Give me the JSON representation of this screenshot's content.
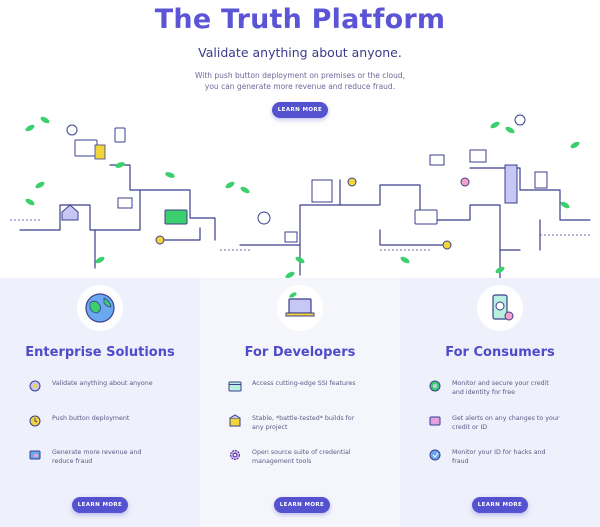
{
  "hero": {
    "title": "The Truth Platform",
    "subtitle": "Validate anything about anyone.",
    "description_line1": "With push button deployment on premises or the cloud,",
    "description_line2": "you can generate more revenue and reduce fraud.",
    "button_label": "LEARN MORE"
  },
  "columns": [
    {
      "title": "Enterprise Solutions",
      "features": [
        {
          "line1": "Validate anything about anyone",
          "line2": ""
        },
        {
          "line1": "Push button deployment",
          "line2": ""
        },
        {
          "line1": "Generate more revenue and",
          "line2": "reduce fraud"
        }
      ],
      "button_label": "LEARN MORE"
    },
    {
      "title": "For Developers",
      "features": [
        {
          "line1": "Access cutting-edge SSI features",
          "line2": ""
        },
        {
          "line1": "Stable, *battle-tested* builds for",
          "line2": "any project"
        },
        {
          "line1": "Open source suite of credential",
          "line2": "management tools"
        }
      ],
      "button_label": "LEARN MORE"
    },
    {
      "title": "For Consumers",
      "features": [
        {
          "line1": "Monitor and secure your credit",
          "line2": "and identity for free"
        },
        {
          "line1": "Get alerts on any changes to your",
          "line2": "credit or ID"
        },
        {
          "line1": "Monitor your ID for hacks and",
          "line2": "fraud"
        }
      ],
      "button_label": "LEARN MORE"
    }
  ],
  "colors": {
    "brand": "#5b55d6",
    "button": "#5552d0",
    "line": "#3b3f8c",
    "leaf": "#3ccf6e",
    "accent_yellow": "#f2d53c",
    "panel": "#eef0fb"
  }
}
